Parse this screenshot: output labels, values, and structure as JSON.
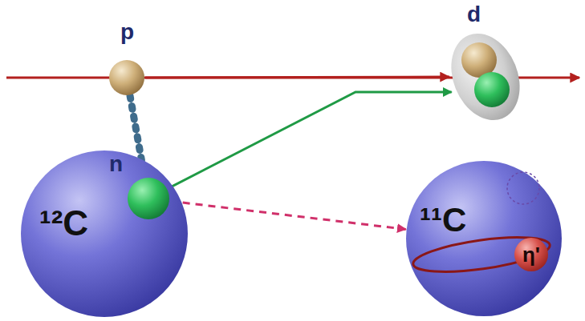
{
  "diagram": {
    "nodes": [
      {
        "text": [
          "p"
        ]
      },
      {
        "text": [
          "d"
        ]
      },
      {
        "text": [
          "¹²C"
        ]
      },
      {
        "text": [
          "n"
        ],
        "in": 2
      },
      {
        "text": [
          "¹¹C"
        ]
      },
      {
        "text": [
          "η'"
        ],
        "in": 4
      }
    ],
    "edges": [
      {
        "from": 0,
        "to": 1,
        "arrow": "to"
      },
      {
        "from": 0,
        "to": 3,
        "arrow": "none"
      },
      {
        "from": 3,
        "to": 1,
        "arrow": "to"
      },
      {
        "from": 3,
        "to": 4,
        "arrow": "to"
      }
    ]
  }
}
